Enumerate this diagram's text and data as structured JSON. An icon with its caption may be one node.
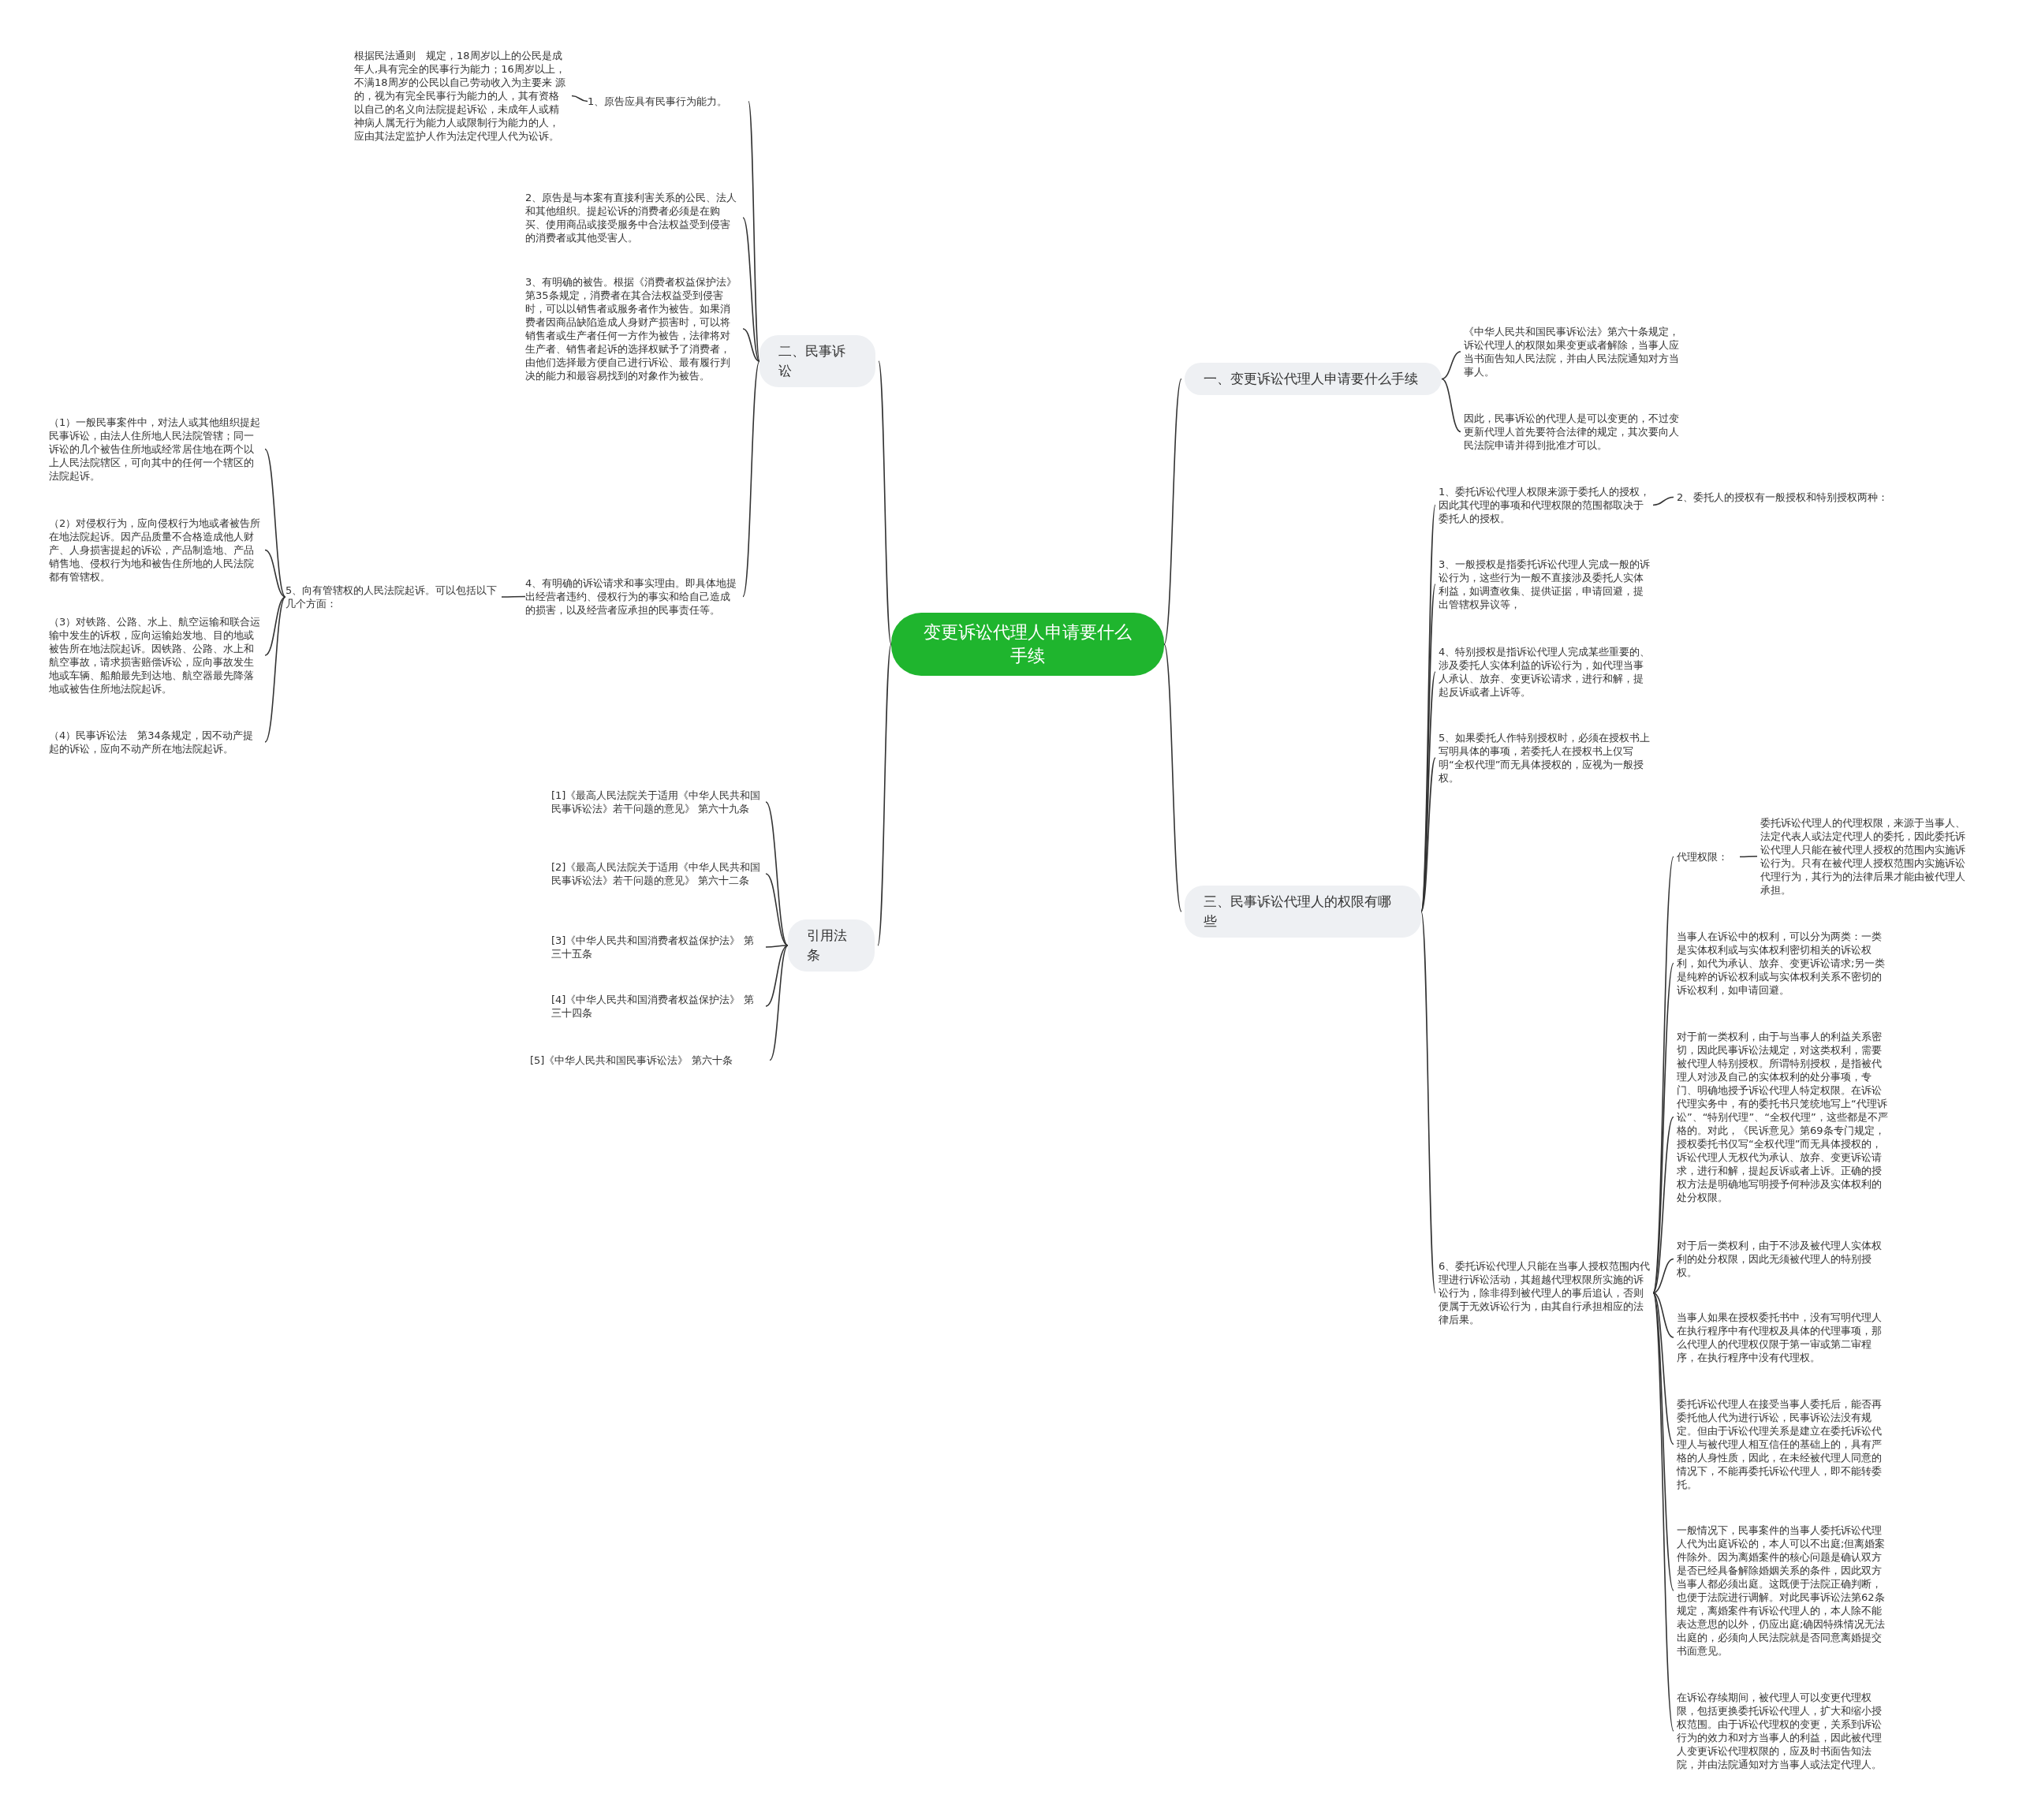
{
  "diagram": {
    "nodes": [
      {
        "text": [
          "变更诉讼代理人申请要什么手续"
        ]
      },
      {
        "text": [
          "二、民事诉讼"
        ]
      },
      {
        "text": [
          "1、原告应具有民事行为能力。"
        ]
      },
      {
        "text": [
          "根据民法通则　规定，18周岁以上的公民是成年人,具有完全的民事行为能力；16周岁以上，不满18周岁的公民以自己劳动收入为主要来 源的，视为有完全民事行为能力的人，其有资格以自己的名义向法院提起诉讼，未成年人或精神病人属无行为能力人或限制行为能力的人，应由其法定监护人作为法定代理人代为讼诉。"
        ]
      },
      {
        "text": [
          "2、原告是与本案有直接利害关系的公民、法人和其他组织。提起讼诉的消费者必须是在购买、使用商品或接受服务中合法权益受到侵害的消费者或其他受害人。"
        ]
      },
      {
        "text": [
          "3、有明确的被告。根据《消费者权益保护法》第35条规定，消费者在其合法权益受到侵害时，可以以销售者或服务者作为被告。如果消费者因商品缺陷造成人身财产损害时，可以将销售者或生产者任何一方作为被告，法律将对生产者、销售者起诉的选择权赋予了消费者，由他们选择最方便自己进行诉讼、最有履行判决的能力和最容易找到的对象作为被告。"
        ]
      },
      {
        "text": [
          "4、有明确的诉讼请求和事实理由。即具体地提出经营者违约、侵权行为的事实和给自己造成的损害，以及经营者应承担的民事责任等。"
        ]
      },
      {
        "text": [
          "5、向有管辖权的人民法院起诉。可以包括以下几个方面："
        ]
      },
      {
        "text": [
          "（1）一般民事案件中，对法人或其他组织提起民事诉讼，由法人住所地人民法院管辖；同一诉讼的几个被告住所地或经常居住地在两个以上人民法院辖区，可向其中的任何一个辖区的法院起诉。"
        ]
      },
      {
        "text": [
          "（2）对侵权行为，应向侵权行为地或者被告所在地法院起诉。因产品质量不合格造成他人财产、人身损害提起的诉讼，产品制造地、产品销售地、侵权行为地和被告住所地的人民法院都有管辖权。"
        ]
      },
      {
        "text": [
          "（3）对铁路、公路、水上、航空运输和联合运输中发生的诉权，应向运输始发地、目的地或被告所在地法院起诉。因铁路、公路、水上和航空事故，请求损害赔偿诉讼，应向事故发生地或车辆、船舶最先到达地、航空器最先降落地或被告住所地法院起诉。"
        ]
      },
      {
        "text": [
          "（4）民事诉讼法　第34条规定，因不动产提起的诉讼，应向不动产所在地法院起诉。"
        ]
      },
      {
        "text": [
          "引用法条"
        ]
      },
      {
        "text": [
          "[1]《最高人民法院关于适用《中华人民共和国民事诉讼法》若干问题的意见》 第六十九条"
        ]
      },
      {
        "text": [
          "[2]《最高人民法院关于适用《中华人民共和国民事诉讼法》若干问题的意见》 第六十二条"
        ]
      },
      {
        "text": [
          "[3]《中华人民共和国消费者权益保护法》 第三十五条"
        ]
      },
      {
        "text": [
          "[4]《中华人民共和国消费者权益保护法》 第三十四条"
        ]
      },
      {
        "text": [
          "[5]《中华人民共和国民事诉讼法》 第六十条"
        ]
      },
      {
        "text": [
          "一、变更诉讼代理人申请要什么手续"
        ]
      },
      {
        "text": [
          "《中华人民共和国民事诉讼法》第六十条规定，诉讼代理人的权限如果变更或者解除，当事人应当书面告知人民法院，并由人民法院通知对方当事人。"
        ]
      },
      {
        "text": [
          "因此，民事诉讼的代理人是可以变更的，不过变更新代理人首先要符合法律的规定，其次要向人民法院申请并得到批准才可以。"
        ]
      },
      {
        "text": [
          "三、民事诉讼代理人的权限有哪些"
        ]
      },
      {
        "text": [
          "1、委托诉讼代理人权限来源于委托人的授权，因此其代理的事项和代理权限的范围都取决于委托人的授权。"
        ]
      },
      {
        "text": [
          "2、委托人的授权有一般授权和特别授权两种："
        ]
      },
      {
        "text": [
          "3、一般授权是指委托诉讼代理人完成一般的诉讼行为，这些行为一般不直接涉及委托人实体利益，如调查收集、提供证据，申请回避，提出管辖权异议等，"
        ]
      },
      {
        "text": [
          "4、特别授权是指诉讼代理人完成某些重要的、涉及委托人实体利益的诉讼行为，如代理当事人承认、放弃、变更诉讼请求，进行和解，提起反诉或者上诉等。"
        ]
      },
      {
        "text": [
          "5、如果委托人作特别授权时，必须在授权书上写明具体的事项，若委托人在授权书上仅写明“全权代理”而无具体授权的，应视为一般授权。"
        ]
      },
      {
        "text": [
          "6、委托诉讼代理人只能在当事人授权范围内代理进行诉讼活动，其超越代理权限所实施的诉讼行为，除非得到被代理人的事后追认，否则便属于无效诉讼行为，由其自行承担相应的法律后果。"
        ]
      },
      {
        "text": [
          "代理权限："
        ]
      },
      {
        "text": [
          "委托诉讼代理人的代理权限，来源于当事人、法定代表人或法定代理人的委托，因此委托诉讼代理人只能在被代理人授权的范围内实施诉讼行为。只有在被代理人授权范围内实施诉讼代理行为，其行为的法律后果才能由被代理人承担。"
        ]
      },
      {
        "text": [
          "当事人在诉讼中的权利，可以分为两类：一类是实体权利或与实体权利密切相关的诉讼权利，如代为承认、放弃、变更诉讼请求;另一类是纯粹的诉讼权利或与实体权利关系不密切的诉讼权利，如申请回避。"
        ]
      },
      {
        "text": [
          "对于前一类权利，由于与当事人的利益关系密切，因此民事诉讼法规定，对这类权利，需要被代理人特别授权。所谓特别授权，是指被代理人对涉及自己的实体权利的处分事项，专门、明确地授予诉讼代理人特定权限。在诉讼代理实务中，有的委托书只笼统地写上“代理诉讼”、“特别代理”、“全权代理”，这些都是不严格的。对此，《民诉意见》第69条专门规定，授权委托书仅写“全权代理”而无具体授权的，诉讼代理人无权代为承认、放弃、变更诉讼请求，进行和解，提起反诉或者上诉。正确的授权方法是明确地写明授予何种涉及实体权利的处分权限。"
        ]
      },
      {
        "text": [
          "对于后一类权利，由于不涉及被代理人实体权利的处分权限，因此无须被代理人的特别授权。"
        ]
      },
      {
        "text": [
          "当事人如果在授权委托书中，没有写明代理人在执行程序中有代理权及具体的代理事项，那么代理人的代理权仅限于第一审或第二审程序，在执行程序中没有代理权。"
        ]
      },
      {
        "text": [
          "委托诉讼代理人在接受当事人委托后，能否再委托他人代为进行诉讼，民事诉讼法没有规定。但由于诉讼代理关系是建立在委托诉讼代理人与被代理人相互信任的基础上的，具有严格的人身性质，因此，在未经被代理人同意的情况下，不能再委托诉讼代理人，即不能转委托。"
        ]
      },
      {
        "text": [
          "一般情况下，民事案件的当事人委托诉讼代理人代为出庭诉讼的，本人可以不出庭;但离婚案件除外。因为离婚案件的核心问题是确认双方是否已经具备解除婚姻关系的条件，因此双方当事人都必须出庭。这既便于法院正确判断，也便于法院进行调解。对此民事诉讼法第62条规定，离婚案件有诉讼代理人的，本人除不能表达意思的以外，仍应出庭;确因特殊情况无法出庭的，必须向人民法院就是否同意离婚提交书面意见。"
        ]
      },
      {
        "text": [
          "在诉讼存续期间，被代理人可以变更代理权限，包括更换委托诉讼代理人，扩大和缩小授权范围。由于诉讼代理权的变更，关系到诉讼行为的效力和对方当事人的利益，因此被代理人变更诉讼代理权限的，应及时书面告知法院，并由法院通知对方当事人或法定代理人。"
        ]
      }
    ],
    "edges": [
      {
        "from": 0,
        "to": 1,
        "arrow": "none"
      },
      {
        "from": 1,
        "to": 2,
        "arrow": "none"
      },
      {
        "from": 2,
        "to": 3,
        "arrow": "none"
      },
      {
        "from": 1,
        "to": 4,
        "arrow": "none"
      },
      {
        "from": 1,
        "to": 5,
        "arrow": "none"
      },
      {
        "from": 1,
        "to": 6,
        "arrow": "none"
      },
      {
        "from": 6,
        "to": 7,
        "arrow": "none"
      },
      {
        "from": 7,
        "to": 8,
        "arrow": "none"
      },
      {
        "from": 7,
        "to": 9,
        "arrow": "none"
      },
      {
        "from": 7,
        "to": 10,
        "arrow": "none"
      },
      {
        "from": 7,
        "to": 11,
        "arrow": "none"
      },
      {
        "from": 0,
        "to": 12,
        "arrow": "none"
      },
      {
        "from": 12,
        "to": 13,
        "arrow": "none"
      },
      {
        "from": 12,
        "to": 14,
        "arrow": "none"
      },
      {
        "from": 12,
        "to": 15,
        "arrow": "none"
      },
      {
        "from": 12,
        "to": 16,
        "arrow": "none"
      },
      {
        "from": 12,
        "to": 17,
        "arrow": "none"
      },
      {
        "from": 0,
        "to": 18,
        "arrow": "none"
      },
      {
        "from": 18,
        "to": 19,
        "arrow": "none"
      },
      {
        "from": 18,
        "to": 20,
        "arrow": "none"
      },
      {
        "from": 0,
        "to": 21,
        "arrow": "none"
      },
      {
        "from": 21,
        "to": 22,
        "arrow": "none"
      },
      {
        "from": 22,
        "to": 23,
        "arrow": "none"
      },
      {
        "from": 21,
        "to": 24,
        "arrow": "none"
      },
      {
        "from": 21,
        "to": 25,
        "arrow": "none"
      },
      {
        "from": 21,
        "to": 26,
        "arrow": "none"
      },
      {
        "from": 21,
        "to": 27,
        "arrow": "none"
      },
      {
        "from": 27,
        "to": 28,
        "arrow": "none"
      },
      {
        "from": 28,
        "to": 29,
        "arrow": "none"
      },
      {
        "from": 27,
        "to": 30,
        "arrow": "none"
      },
      {
        "from": 27,
        "to": 31,
        "arrow": "none"
      },
      {
        "from": 27,
        "to": 32,
        "arrow": "none"
      },
      {
        "from": 27,
        "to": 33,
        "arrow": "none"
      },
      {
        "from": 27,
        "to": 34,
        "arrow": "none"
      },
      {
        "from": 27,
        "to": 35,
        "arrow": "none"
      },
      {
        "from": 27,
        "to": 36,
        "arrow": "none"
      }
    ]
  }
}
